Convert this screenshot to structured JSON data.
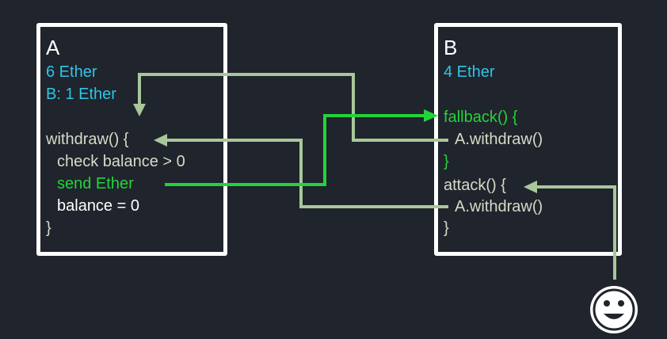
{
  "contract_a": {
    "title": "A",
    "ether": "6 Ether",
    "balance_of_b": "B: 1 Ether",
    "lines": [
      "withdraw() {",
      "check balance > 0",
      "send  Ether",
      "balance = 0",
      "}"
    ]
  },
  "contract_b": {
    "title": "B",
    "ether": "4 Ether",
    "lines": [
      "fallback() {",
      "A.withdraw()",
      "}",
      "attack() {",
      "A.withdraw()",
      "}"
    ]
  },
  "actor": {
    "icon": "smiley-face-icon"
  },
  "colors": {
    "background": "#20242c",
    "box_border": "#ffffff",
    "balance_text": "#2fc4e6",
    "send_flow": "#22d43a",
    "call_flow": "#a8c79a",
    "code_text": "#d4dcc8"
  }
}
